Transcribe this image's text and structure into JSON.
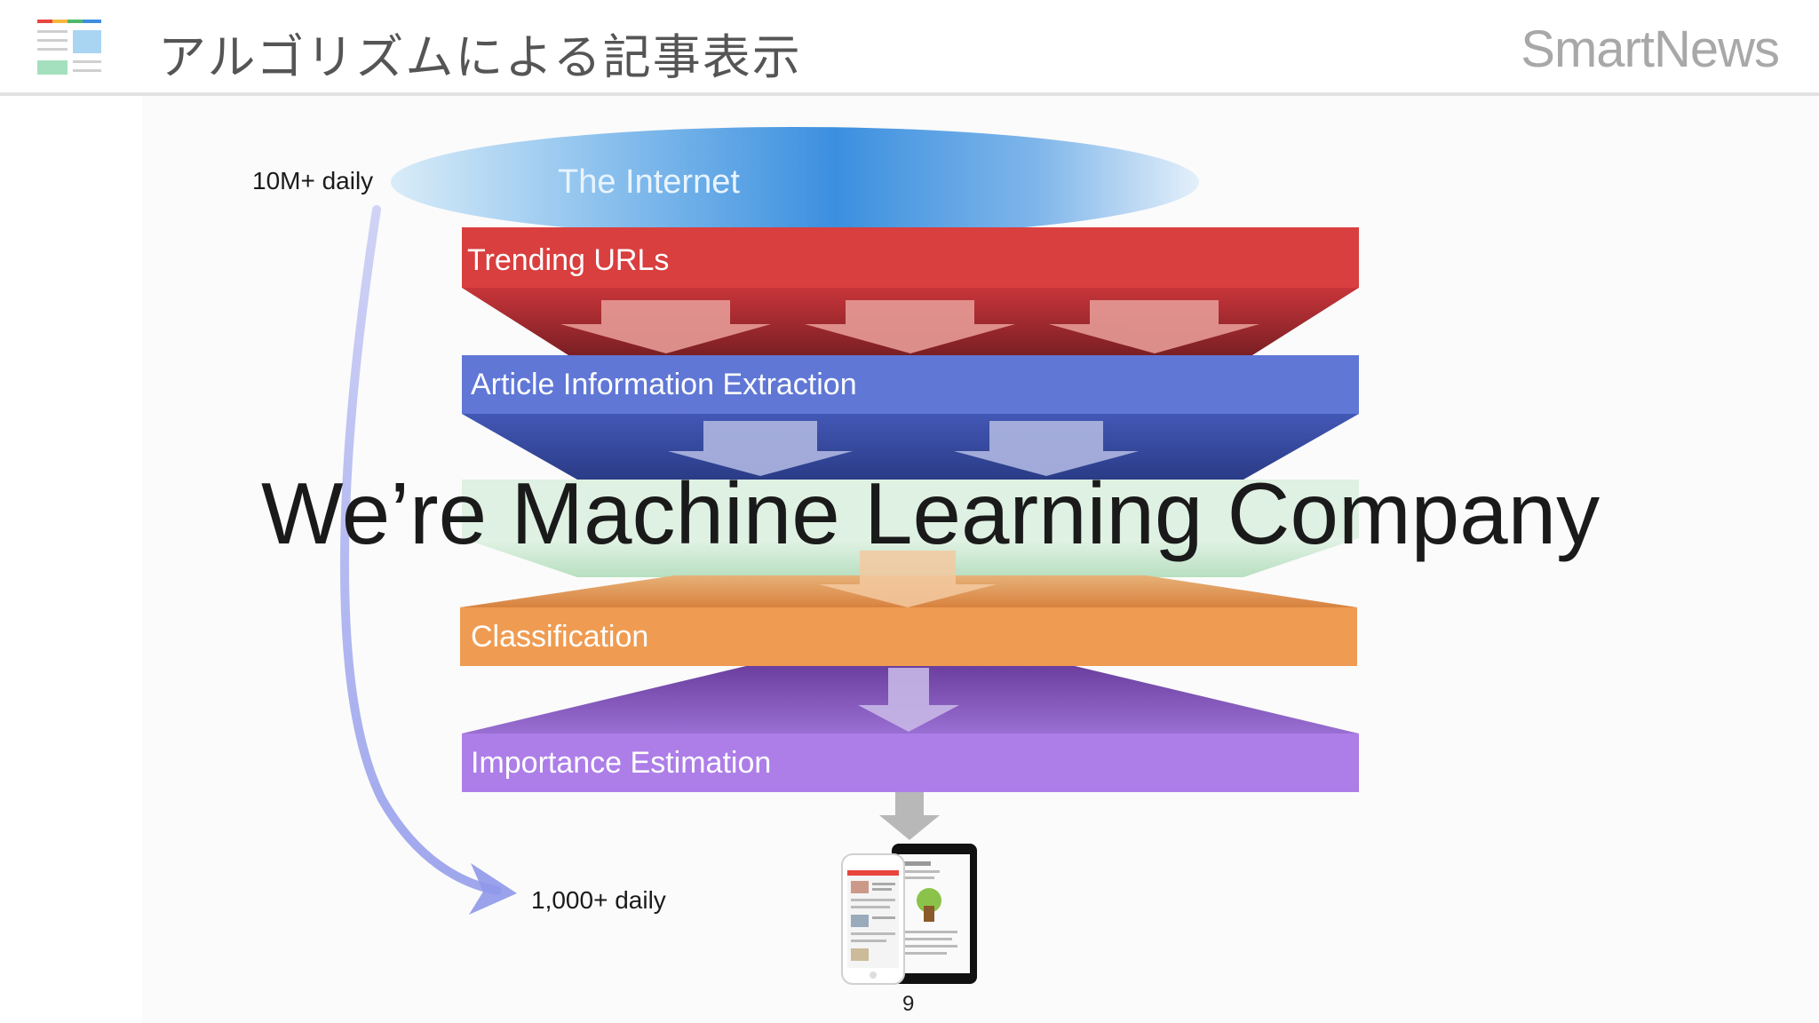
{
  "header": {
    "title": "アルゴリズムによる記事表示",
    "brand": "SmartNews"
  },
  "diagram": {
    "top_label": "The Internet",
    "stages": [
      {
        "label": "Trending URLs",
        "color": "#d93f3f"
      },
      {
        "label": "Article Information Extraction",
        "color": "#6077d6"
      },
      {
        "label": "Classification",
        "color": "#ef9c52"
      },
      {
        "label": "Importance Estimation",
        "color": "#ad7ee8"
      }
    ],
    "volume_top": "10M+ daily",
    "volume_bottom": "1,000+ daily"
  },
  "overlay": {
    "headline": "We’re Machine Learning Company"
  },
  "page_number": "9"
}
